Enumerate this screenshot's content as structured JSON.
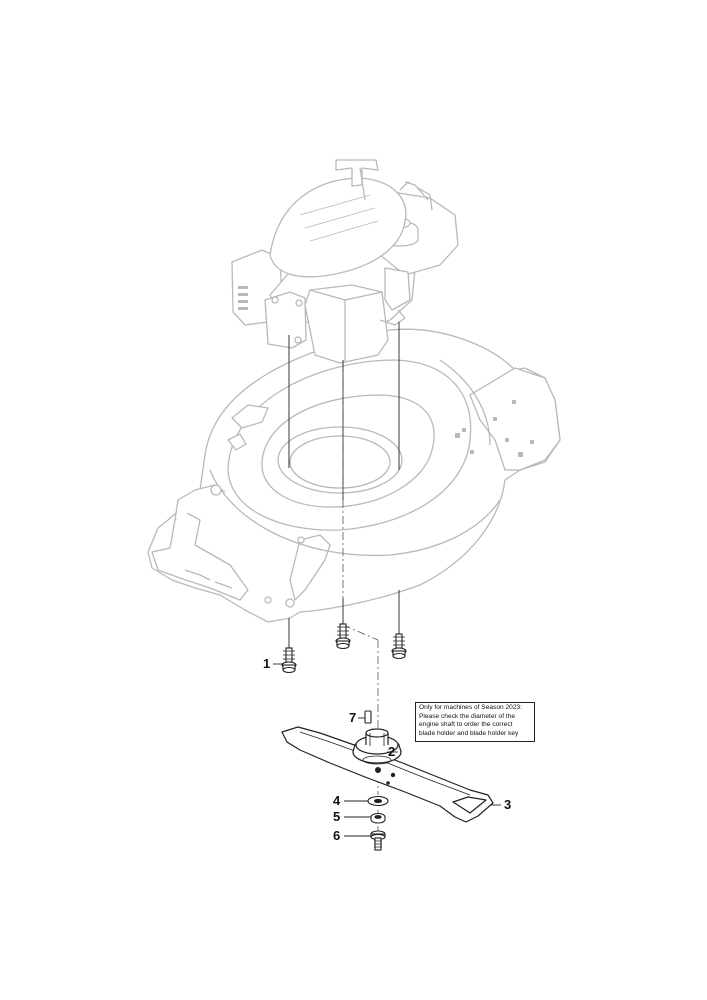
{
  "colors": {
    "faded_outline": "#b9b9b9",
    "faded_fill": "#ffffff",
    "detail_line": "#222222",
    "text": "#111111"
  },
  "callouts": [
    {
      "id": "1",
      "label": "1",
      "part": "blade-bolt-bracket"
    },
    {
      "id": "2",
      "label": "2",
      "part": "blade-holder"
    },
    {
      "id": "3",
      "label": "3",
      "part": "blade"
    },
    {
      "id": "4",
      "label": "4",
      "part": "washer-large"
    },
    {
      "id": "5",
      "label": "5",
      "part": "washer-small"
    },
    {
      "id": "6",
      "label": "6",
      "part": "blade-bolt"
    },
    {
      "id": "7",
      "label": "7",
      "part": "blade-holder-key"
    }
  ],
  "note": {
    "lines": [
      "Only for machines of Season 2023:",
      "Please check the diameter of the",
      "engine shaft to order the correct",
      "blade holder and blade holder key"
    ]
  }
}
